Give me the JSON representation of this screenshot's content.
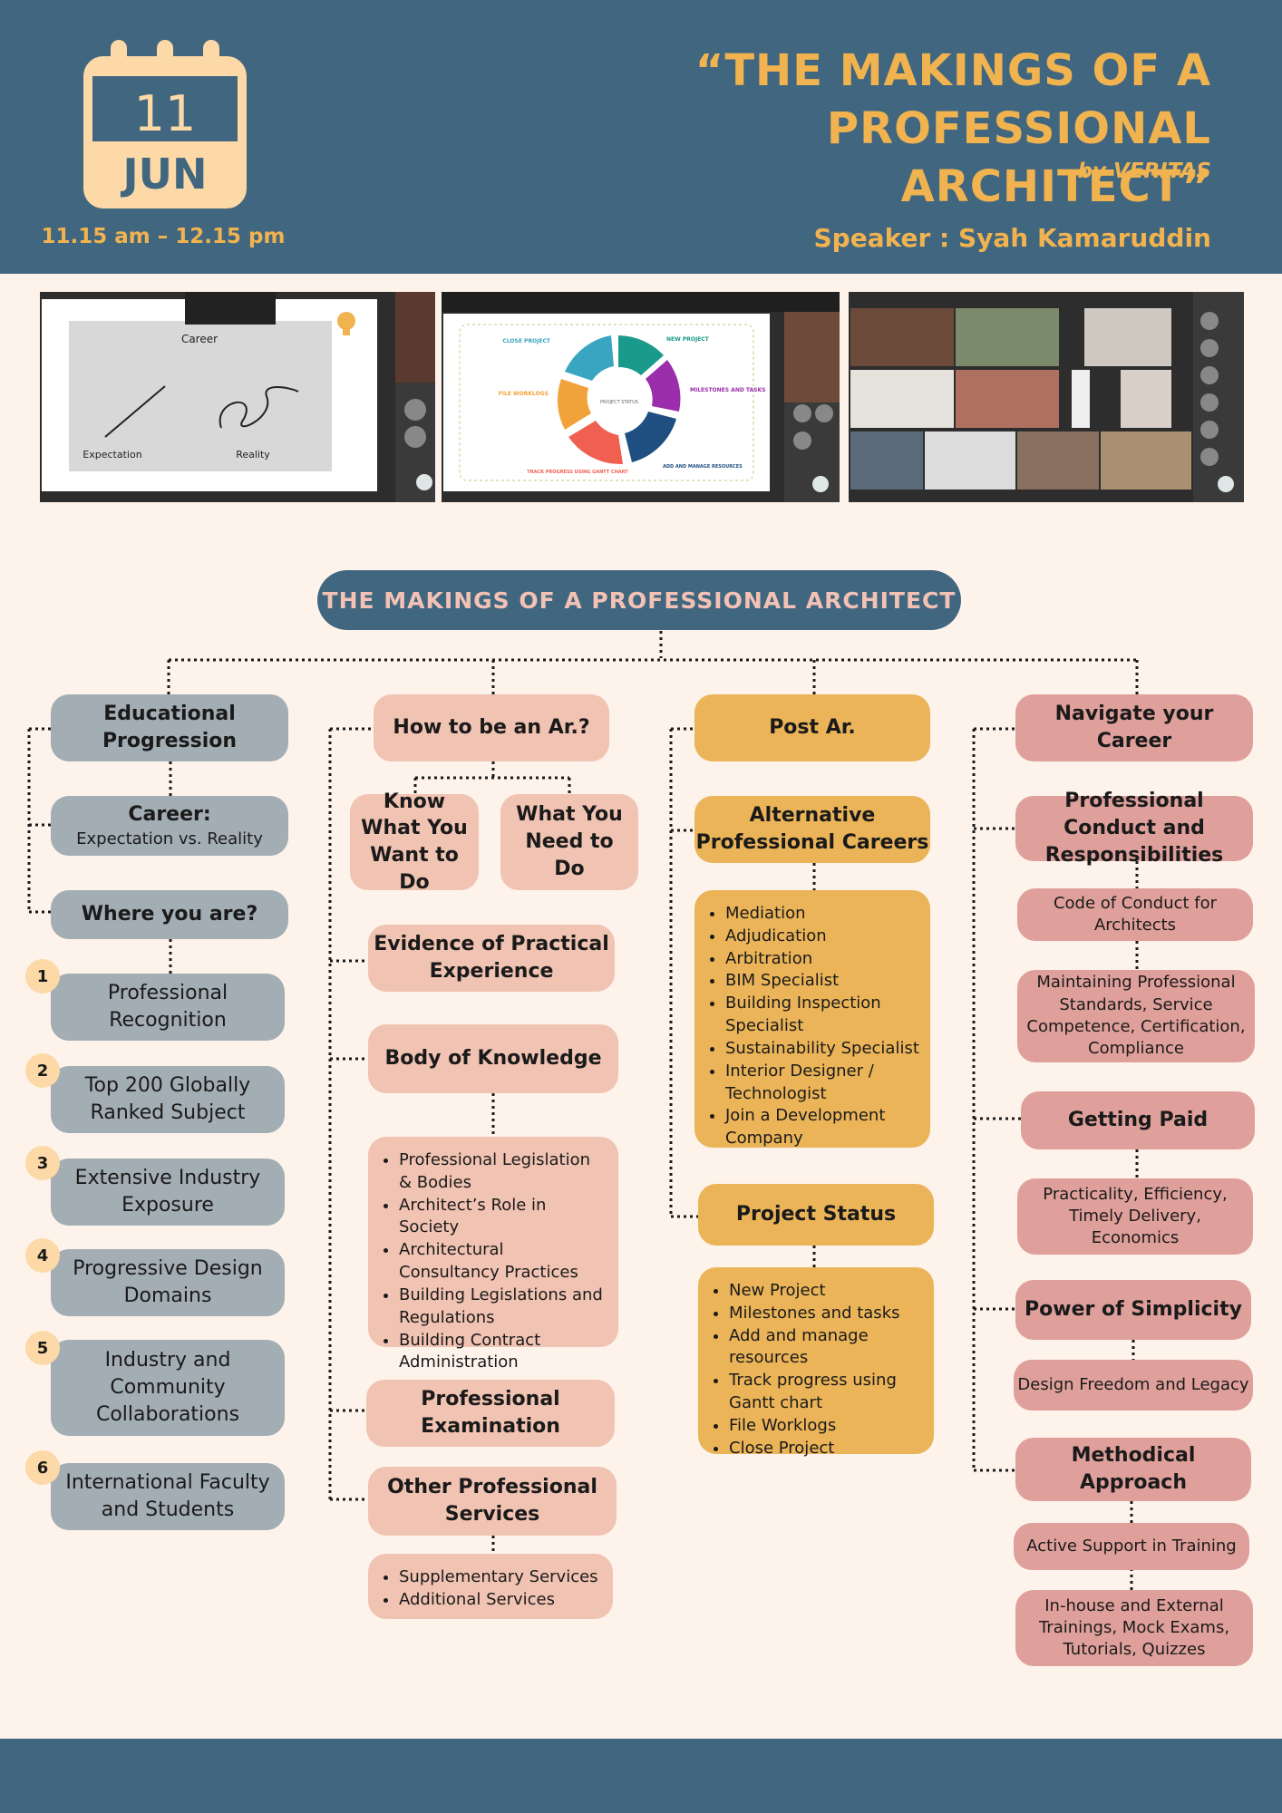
{
  "header": {
    "day": "11",
    "month": "JUN",
    "time": "11.15 am – 12.15 pm",
    "title_line1": "“THE MAKINGS OF A PROFESSIONAL",
    "title_line2": "ARCHITECT”",
    "byline": "by VERITAS",
    "speaker": "Speaker : Syah Kamaruddin"
  },
  "screens": {
    "s1": {
      "heading": "Career",
      "left": "Expectation",
      "right": "Reality"
    },
    "s2": {
      "center": "PROJECT STATUS",
      "close": "CLOSE PROJECT",
      "new": "NEW PROJECT",
      "milestones": "MILESTONES AND TASKS",
      "worklogs": "FILE WORKLOGS",
      "gantt": "TRACK PROGRESS USING GANTT CHART",
      "resources": "ADD AND MANAGE RESOURCES"
    }
  },
  "map": {
    "root": "THE MAKINGS OF A PROFESSIONAL ARCHITECT",
    "col1": {
      "head": "Educational Progression",
      "career_title": "Career:",
      "career_sub": "Expectation vs. Reality",
      "where": "Where you are?",
      "items": [
        {
          "n": "1",
          "t": "Professional Recognition"
        },
        {
          "n": "2",
          "t": "Top 200 Globally Ranked Subject"
        },
        {
          "n": "3",
          "t": "Extensive Industry Exposure"
        },
        {
          "n": "4",
          "t": "Progressive Design Domains"
        },
        {
          "n": "5",
          "t": "Industry and Community Collaborations"
        },
        {
          "n": "6",
          "t": "International Faculty and Students"
        }
      ]
    },
    "col2": {
      "head": "How to be an Ar.?",
      "know": "Know What You Want to Do",
      "need": "What You Need to Do",
      "evidence": "Evidence of Practical Experience",
      "body": "Body of Knowledge",
      "body_list": [
        "Professional Legislation & Bodies",
        "Architect’s Role in Society",
        "Architectural Consultancy Practices",
        "Building Legislations and Regulations",
        "Building Contract Administration"
      ],
      "exam": "Professional Examination",
      "other": "Other Professional Services",
      "other_list": [
        "Supplementary Services",
        "Additional Services"
      ]
    },
    "col3": {
      "head": "Post Ar.",
      "alt": "Alternative Professional Careers",
      "alt_list": [
        "Mediation",
        "Adjudication",
        "Arbitration",
        "BIM Specialist",
        "Building Inspection Specialist",
        "Sustainability Specialist",
        "Interior Designer / Technologist",
        "Join a Development Company"
      ],
      "status": "Project Status",
      "status_list": [
        "New Project",
        "Milestones and tasks",
        "Add and manage resources",
        "Track progress using Gantt chart",
        "File Worklogs",
        "Close Project"
      ]
    },
    "col4": {
      "head": "Navigate your Career",
      "conduct": "Professional Conduct and Responsibilities",
      "code": "Code of Conduct for Architects",
      "maintain": "Maintaining Professional Standards, Service Competence, Certification, Compliance",
      "paid": "Getting Paid",
      "practical": "Practicality, Efficiency, Timely Delivery, Economics",
      "simplicity": "Power of Simplicity",
      "freedom": "Design Freedom and Legacy",
      "method": "Methodical Approach",
      "active": "Active Support in Training",
      "inhouse": "In-house and External Trainings, Mock Exams, Tutorials, Quizzes"
    }
  },
  "colors": {
    "navy": "#41667f",
    "mustard": "#f0b34f",
    "grey": "#a3adb4",
    "peach": "#f1c3b2",
    "orange": "#ebb458",
    "rose": "#dfa09b",
    "cream": "#fdf3eb"
  }
}
